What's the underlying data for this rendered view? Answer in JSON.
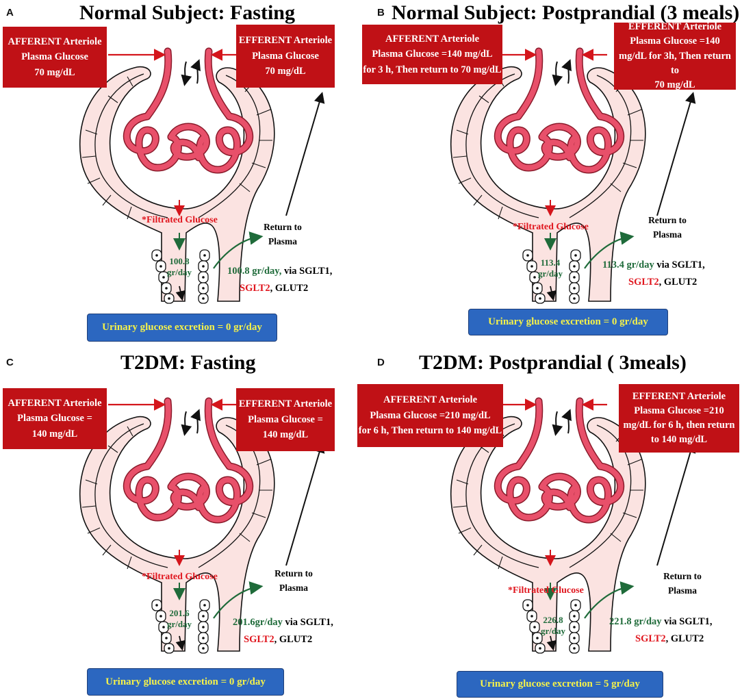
{
  "panels": [
    {
      "letter": "A",
      "title": "Normal Subject: Fasting",
      "afferent": [
        "AFFERENT Arteriole",
        "Plasma Glucose",
        "70 mg/dL"
      ],
      "efferent": [
        "EFFERENT Arteriole",
        "Plasma Glucose",
        "70 mg/dL"
      ],
      "filtrated": "*Filtrated Glucose",
      "amount": [
        "100.8",
        "gr/day"
      ],
      "return": [
        "Return to",
        "Plasma"
      ],
      "reabsorb": {
        "amount": "100.8 gr/day,",
        "via": " via SGLT1,",
        "sglt2": "SGLT2",
        "glut2": ", GLUT2"
      },
      "urinary": "Urinary glucose excretion = 0 gr/day"
    },
    {
      "letter": "B",
      "title": "Normal Subject: Postprandial (3 meals)",
      "afferent": [
        "AFFERENT Arteriole",
        "Plasma Glucose =140 mg/dL",
        "for 3 h, Then return to 70 mg/dL"
      ],
      "efferent": [
        "EFFERENT Arteriole",
        "Plasma Glucose =140",
        "mg/dL  for 3h, Then return to",
        "70 mg/dL"
      ],
      "filtrated": "*Filtrated Glucose",
      "amount": [
        "113.4",
        "gr/day"
      ],
      "return": [
        "Return to",
        "Plasma"
      ],
      "reabsorb": {
        "amount": "113.4 gr/day",
        "via": " via SGLT1,",
        "sglt2": "SGLT2",
        "glut2": ", GLUT2"
      },
      "urinary": "Urinary glucose excretion = 0 gr/day"
    },
    {
      "letter": "C",
      "title": "T2DM: Fasting",
      "afferent": [
        "AFFERENT Arteriole",
        "Plasma Glucose =",
        "140 mg/dL"
      ],
      "efferent": [
        "EFFERENT Arteriole",
        "Plasma Glucose =",
        "140 mg/dL"
      ],
      "filtrated": "*Filtrated Glucose",
      "amount": [
        "201.6",
        "gr/day"
      ],
      "return": [
        "Return to",
        "Plasma"
      ],
      "reabsorb": {
        "amount": "201.6gr/day",
        "via": " via SGLT1,",
        "sglt2": "SGLT2",
        "glut2": ", GLUT2"
      },
      "urinary": "Urinary glucose excretion = 0 gr/day"
    },
    {
      "letter": "D",
      "title": "T2DM: Postprandial ( 3meals)",
      "afferent": [
        "AFFERENT Arteriole",
        "Plasma Glucose =210  mg/dL",
        "for 6 h, Then return to 140 mg/dL"
      ],
      "efferent": [
        "EFFERENT Arteriole",
        "Plasma Glucose =210",
        "mg/dL for 6 h, then return",
        "to 140 mg/dL"
      ],
      "filtrated": "*Filtrated Glucose",
      "amount": [
        "226.8",
        "gr/day"
      ],
      "return": [
        "Return to",
        "Plasma"
      ],
      "reabsorb": {
        "amount": "221.8 gr/day",
        "via": " via SGLT1,",
        "sglt2": "SGLT2",
        "glut2": ", GLUT2"
      },
      "urinary": "Urinary  glucose excretion = 5 gr/day"
    }
  ],
  "colors": {
    "box_red": "#c01116",
    "vessel_pink": "#e8506a",
    "capsule_fill": "#fbe3e1",
    "urine_blue": "#2c67c0",
    "urine_text": "#f5f24a",
    "green": "#1f6b3a",
    "red_text": "#e0161e"
  }
}
